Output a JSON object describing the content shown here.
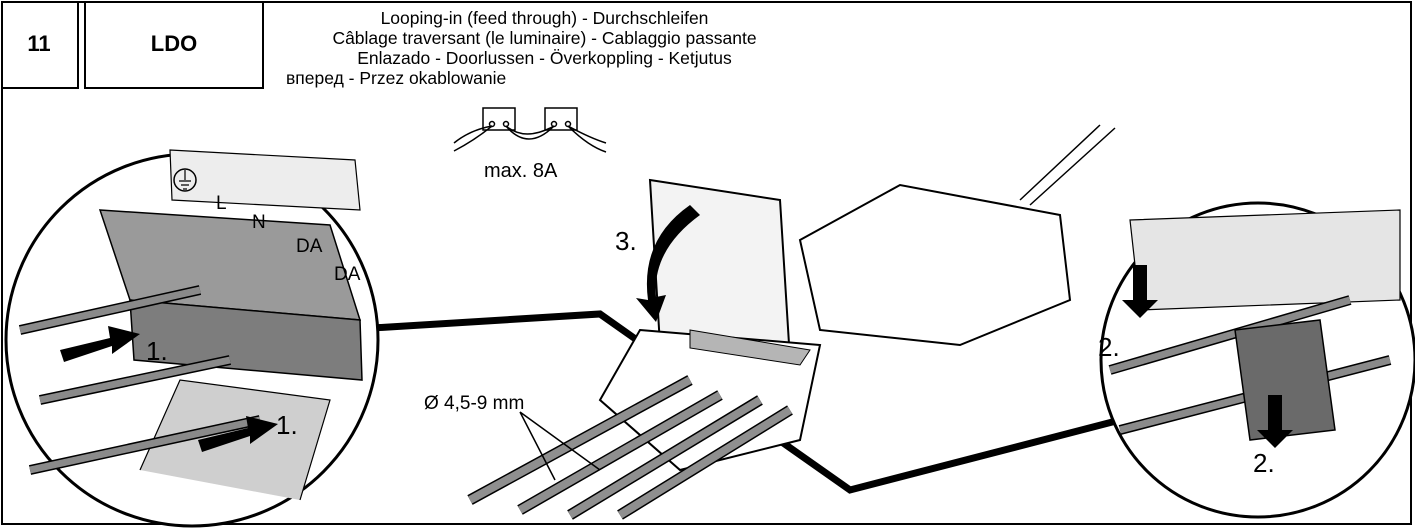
{
  "header": {
    "number": "11",
    "code": "LDO",
    "description_lines": [
      "Looping-in (feed through) - Durchschleifen",
      "Câblage traversant (le luminaire) - Cablaggio passante",
      "Enlazado - Doorlussen - Överkoppling - Ketjutus",
      "вперед  -  Przez okablowanie"
    ]
  },
  "wiring_symbol": {
    "rating": "max. 8A"
  },
  "terminal_labels": [
    "L",
    "N",
    "DA",
    "DA"
  ],
  "callouts": {
    "step1a": "1.",
    "step1b": "1.",
    "step2a": "2.",
    "step2b": "2.",
    "step3": "3.",
    "cable_diameter": "Ø 4,5-9 mm"
  }
}
